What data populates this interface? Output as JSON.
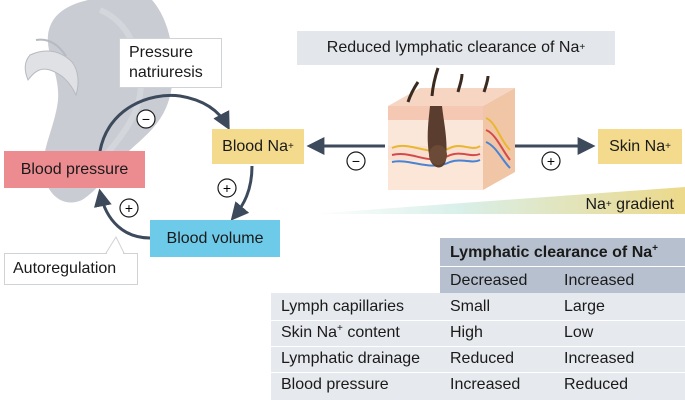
{
  "diagram": {
    "pressure_natriuresis": "Pressure\nnatriuresis",
    "blood_na": "Blood Na",
    "blood_pressure": "Blood pressure",
    "blood_volume": "Blood volume",
    "autoregulation": "Autoregulation",
    "lymph_title": "Reduced lymphatic clearance of Na",
    "skin_na": "Skin Na",
    "na_gradient": "Na",
    "na_gradient_suffix": " gradient",
    "plus_superscript": "+",
    "signs": {
      "minus_top": "−",
      "plus_mid": "+",
      "plus_left": "+",
      "minus_center": "−",
      "plus_right": "+"
    }
  },
  "table": {
    "title_prefix": "Lymphatic clearance of Na",
    "title_sup": "+",
    "columns": [
      "Decreased",
      "Increased"
    ],
    "rows": [
      {
        "label": "Lymph capillaries",
        "decreased": "Small",
        "increased": "Large"
      },
      {
        "label_prefix": "Skin Na",
        "label_sup": "+",
        "label_suffix": " content",
        "decreased": "High",
        "increased": "Low"
      },
      {
        "label": "Lymphatic drainage",
        "decreased": "Reduced",
        "increased": "Increased"
      },
      {
        "label": "Blood pressure",
        "decreased": "Increased",
        "increased": "Reduced"
      }
    ]
  },
  "colors": {
    "kidney": "#c9ccd3",
    "blood_pressure": "#ec8c91",
    "sodium": "#f3da8c",
    "blood_volume": "#6ecae9",
    "arrow": "#3d4a5c",
    "gradient_start": "#dff3ee",
    "gradient_end": "#ecd98a"
  }
}
